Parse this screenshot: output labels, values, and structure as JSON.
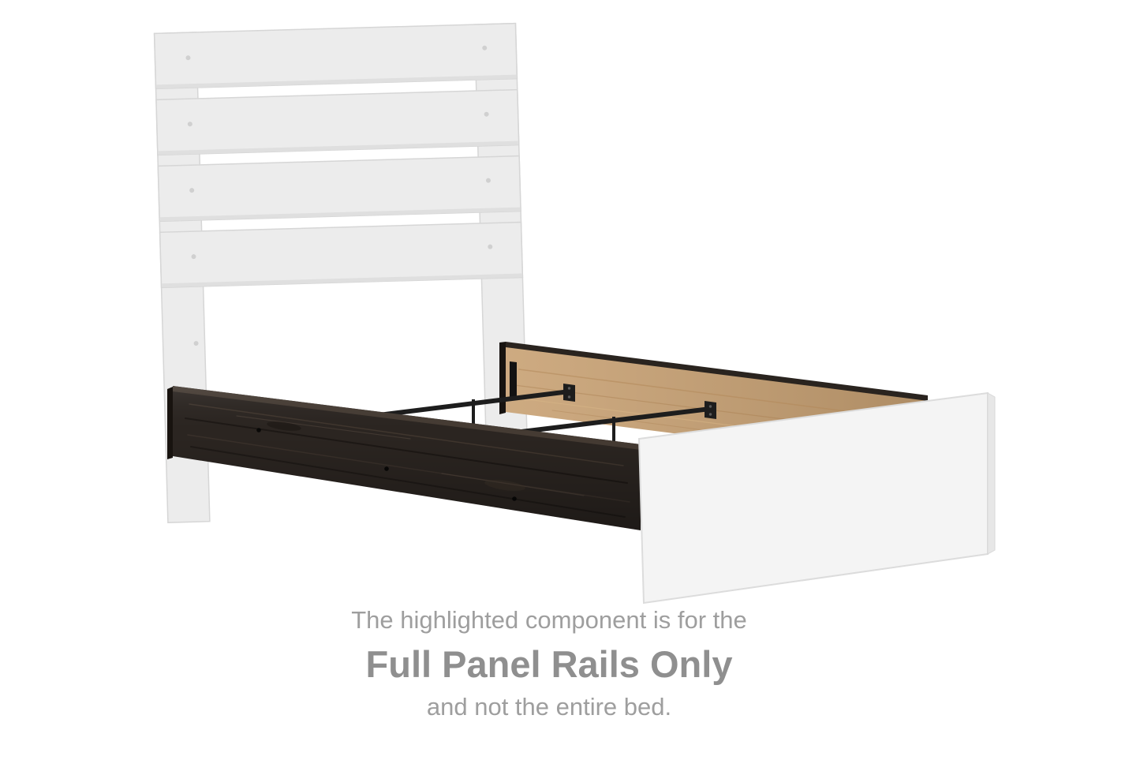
{
  "caption": {
    "line1": "The highlighted component is for the",
    "line2": "Full Panel Rails Only",
    "line3": "and not the entire bed."
  },
  "colors": {
    "ghost_fill": "#ececec",
    "footboard_fill": "#f4f4f4",
    "footboard_edge": "#e7e7e7",
    "rail_dark": "#2b2521",
    "rail_top_edge": "#4a4036",
    "panel_tan": "#c8a173",
    "panel_top_edge": "#2a241f",
    "metal": "#1d1d1d",
    "caption_regular": "#9e9e9e",
    "caption_bold": "#8f8f8f"
  }
}
